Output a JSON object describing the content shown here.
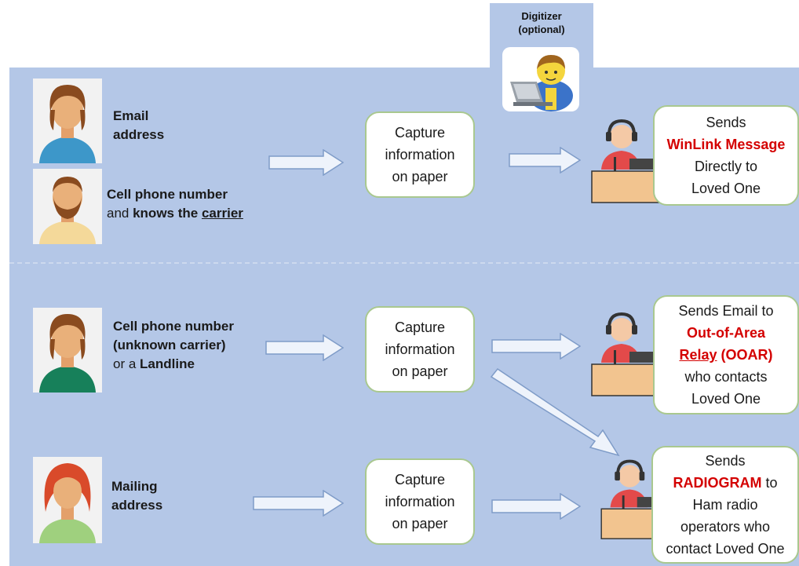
{
  "digitizer": {
    "title_line1": "Digitizer",
    "title_line2": "(optional)",
    "icon": "person-at-laptop-icon"
  },
  "rows": [
    {
      "people": [
        {
          "icon": "woman-short-hair-avatar",
          "text": [
            {
              "t": "Email",
              "b": true
            }
          ],
          "text2": [
            {
              "t": "address",
              "b": true
            }
          ]
        },
        {
          "icon": "man-bearded-avatar",
          "text": [
            {
              "t": "Cell phone number",
              "b": true
            }
          ],
          "text2": [
            {
              "t": "and ",
              "b": false
            },
            {
              "t": "knows the ",
              "b": true
            },
            {
              "t": "carrier",
              "u": true
            }
          ]
        }
      ],
      "capture": [
        "Capture",
        "information",
        "on paper"
      ],
      "outcome": [
        [
          {
            "t": "Sends"
          }
        ],
        [
          {
            "t": "WinLink Message",
            "hl": true
          }
        ],
        [
          {
            "t": "Directly to"
          }
        ],
        [
          {
            "t": "Loved One"
          }
        ]
      ]
    },
    {
      "people": [
        {
          "icon": "woman-green-shirt-avatar",
          "lines": [
            [
              {
                "t": "Cell phone number",
                "b": true
              }
            ],
            [
              {
                "t": "(unknown carrier)",
                "b": true
              }
            ],
            [
              {
                "t": "or a ",
                "b": false
              },
              {
                "t": "Landline",
                "b": true
              }
            ]
          ]
        }
      ],
      "capture": [
        "Capture",
        "information",
        "on paper"
      ],
      "outcome": [
        [
          {
            "t": "Sends Email to"
          }
        ],
        [
          {
            "t": "Out-of-Area",
            "hl": true
          }
        ],
        [
          {
            "t": "Relay",
            "hlu": true
          },
          {
            "t": " (OOAR)",
            "hl": true
          }
        ],
        [
          {
            "t": "who contacts"
          }
        ],
        [
          {
            "t": "Loved One"
          }
        ]
      ]
    },
    {
      "people": [
        {
          "icon": "woman-red-hair-avatar",
          "lines": [
            [
              {
                "t": "Mailing",
                "b": true
              }
            ],
            [
              {
                "t": "address",
                "b": true
              }
            ]
          ]
        }
      ],
      "capture": [
        "Capture",
        "information",
        "on paper"
      ],
      "outcome": [
        [
          {
            "t": "Sends"
          }
        ],
        [
          {
            "t": "RADIOGRAM",
            "hl": true
          },
          {
            "t": " to"
          }
        ],
        [
          {
            "t": "Ham radio"
          }
        ],
        [
          {
            "t": "operators who"
          }
        ],
        [
          {
            "t": "contact Loved One"
          }
        ]
      ]
    }
  ],
  "icons": {
    "arrow": "right-arrow-icon",
    "operator": "radio-operator-icon"
  },
  "colors": {
    "panel": "#b4c7e7",
    "box_border": "#a9c88f",
    "highlight": "#d40000",
    "arrow_fill": "#eef3fb",
    "arrow_stroke": "#7f9cc8"
  }
}
